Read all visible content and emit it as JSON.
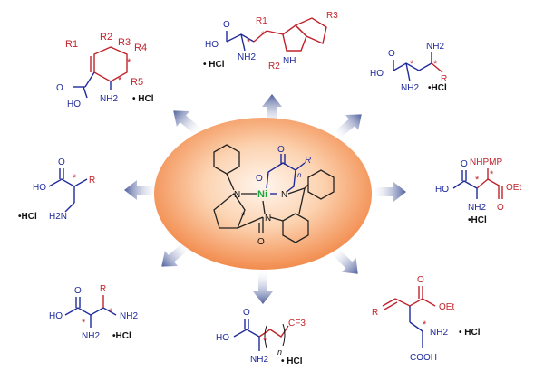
{
  "catalyst": {
    "metal": "Ni",
    "ring_o": "O",
    "carbonyl_top": "O",
    "carbonyl_bottom": "O",
    "n_left": "N",
    "n_bottom": "N",
    "n_right": "N",
    "r_label": "R",
    "n_sub": "n",
    "chiral": "*"
  },
  "products": {
    "top_left": {
      "r1": "R1",
      "r2": "R2",
      "r3": "R3",
      "r4": "R4",
      "r5": "R5",
      "o": "O",
      "ho": "HO",
      "nh2": "NH2",
      "hcl": "• HCl"
    },
    "top_center": {
      "ho": "HO",
      "o": "O",
      "r1": "R1",
      "r2": "R2",
      "r3": "R3",
      "nh": "NH",
      "nh2": "NH2",
      "hcl": "• HCl"
    },
    "top_right": {
      "ho": "HO",
      "o": "O",
      "nh2_top": "NH2",
      "nh2_bottom": "NH2",
      "r": "R",
      "hcl": "•HCl"
    },
    "mid_left": {
      "ho": "HO",
      "o": "O",
      "r": "R",
      "h2n": "H2N",
      "hcl": "•HCl"
    },
    "mid_right": {
      "ho": "HO",
      "o_left": "O",
      "o_right": "O",
      "nhpmp": "NHPMP",
      "oet": "OEt",
      "nh2": "NH2",
      "hcl": "•HCl"
    },
    "bot_left": {
      "ho": "HO",
      "o": "O",
      "r": "R",
      "nh2": "NH2",
      "nh2_chain": "NH2",
      "hcl": "•HCl"
    },
    "bot_center": {
      "ho": "HO",
      "o": "O",
      "n": "n",
      "cf3": "CF3",
      "nh2": "NH2",
      "hcl": "• HCl"
    },
    "bot_right": {
      "r": "R",
      "o": "O",
      "oet": "OEt",
      "nh2": "NH2",
      "hcl": "• HCl",
      "cooh": "COOH"
    }
  },
  "colors": {
    "arrow": "#5a6ca8",
    "ellipse_center": "#fde9d8",
    "ellipse_edge": "#f07f3c",
    "red": "#c0232b",
    "blue": "#1f2a9c",
    "metal": "#1aa83a"
  }
}
